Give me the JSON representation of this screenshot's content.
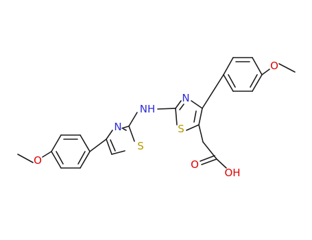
{
  "atom_labels": {
    "nh": "NH",
    "n_ring_left": "N",
    "s_ring_left": "S",
    "n_ring_right": "N",
    "s_ring_right": "S",
    "o_methoxy_left": "O",
    "o_methoxy_right": "O",
    "o_carbonyl": "O",
    "oh": "OH"
  },
  "colors": {
    "bond": "#1a1a1a",
    "nitrogen": "#2b2bd6",
    "sulfur": "#b59a00",
    "oxygen": "#e00000"
  }
}
